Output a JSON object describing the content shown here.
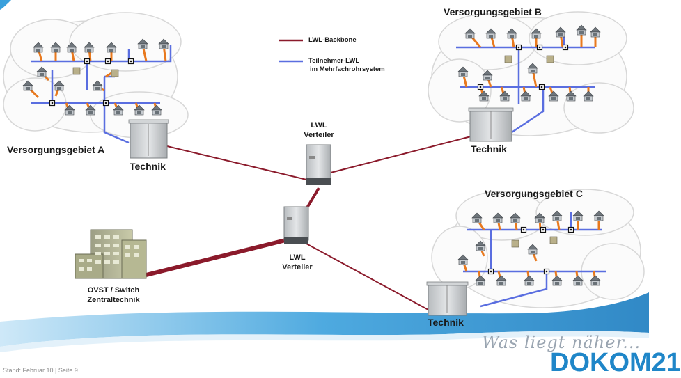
{
  "areas": {
    "a": "Versorgungsgebiet A",
    "b": "Versorgungsgebiet B",
    "c": "Versorgungsgebiet C"
  },
  "technik_label": "Technik",
  "distributor": {
    "line1": "LWL",
    "line2": "Verteiler"
  },
  "central": {
    "line1": "OVST / Switch",
    "line2": "Zentraltechnik"
  },
  "legend": {
    "backbone": "LWL-Backbone",
    "subscriber_line1": "Teilnehmer-LWL",
    "subscriber_line2": "im Mehrfachrohrsystem"
  },
  "footer": "Stand: Februar 10 | Seite 9",
  "slogan": "Was liegt näher...",
  "brand": "DOKOM21",
  "colors": {
    "backbone": "#8b1a2b",
    "subscriber": "#5a6ee0",
    "drop": "#e8791e",
    "brand": "#1f86c8",
    "wave": "#3aa0dc"
  }
}
